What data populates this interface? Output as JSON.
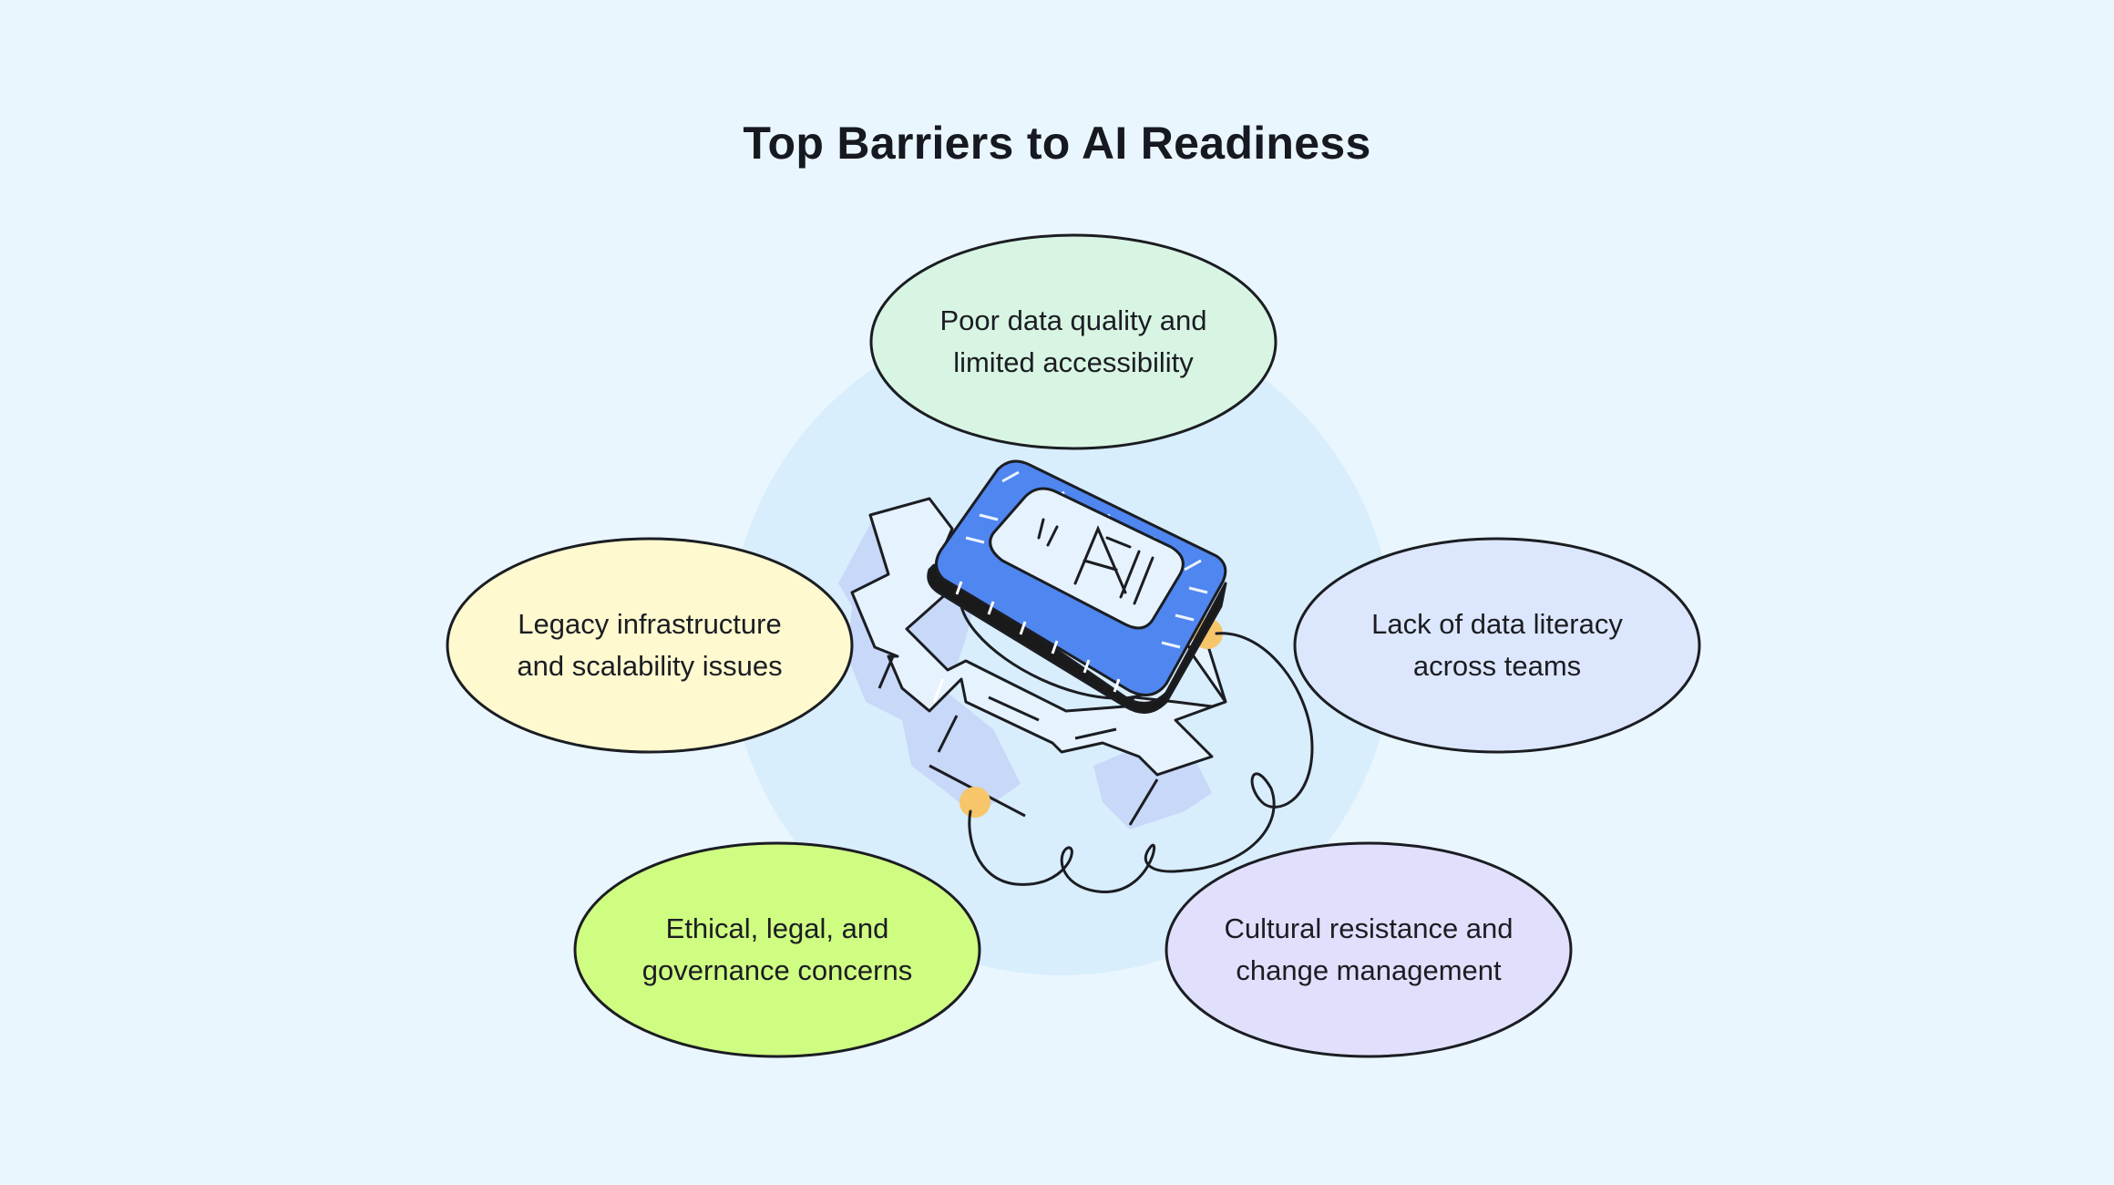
{
  "title": "Top Barriers to AI Readiness",
  "center_icon": "ai-chip-gear-icon",
  "chip_label": "AI",
  "colors": {
    "background": "#eaf6fe",
    "halo": "#d8eefd",
    "chip_top": "#4f86f0",
    "chip_side": "#1a1a1a",
    "gear_shadow": "#c7d8f8",
    "gear_face": "#e6f2fd",
    "connector": "#f7c56a"
  },
  "barriers": [
    {
      "id": "data-quality",
      "lines": [
        "Poor data quality and",
        "limited accessibility"
      ],
      "color": "#d8f5e3"
    },
    {
      "id": "legacy",
      "lines": [
        "Legacy infrastructure",
        "and scalability issues"
      ],
      "color": "#fef9cf"
    },
    {
      "id": "literacy",
      "lines": [
        "Lack of data literacy",
        "across teams"
      ],
      "color": "#dce7fd"
    },
    {
      "id": "ethics",
      "lines": [
        "Ethical, legal, and",
        "governance concerns"
      ],
      "color": "#cffd82"
    },
    {
      "id": "culture",
      "lines": [
        "Cultural resistance and",
        "change management"
      ],
      "color": "#e0e0fd"
    }
  ]
}
